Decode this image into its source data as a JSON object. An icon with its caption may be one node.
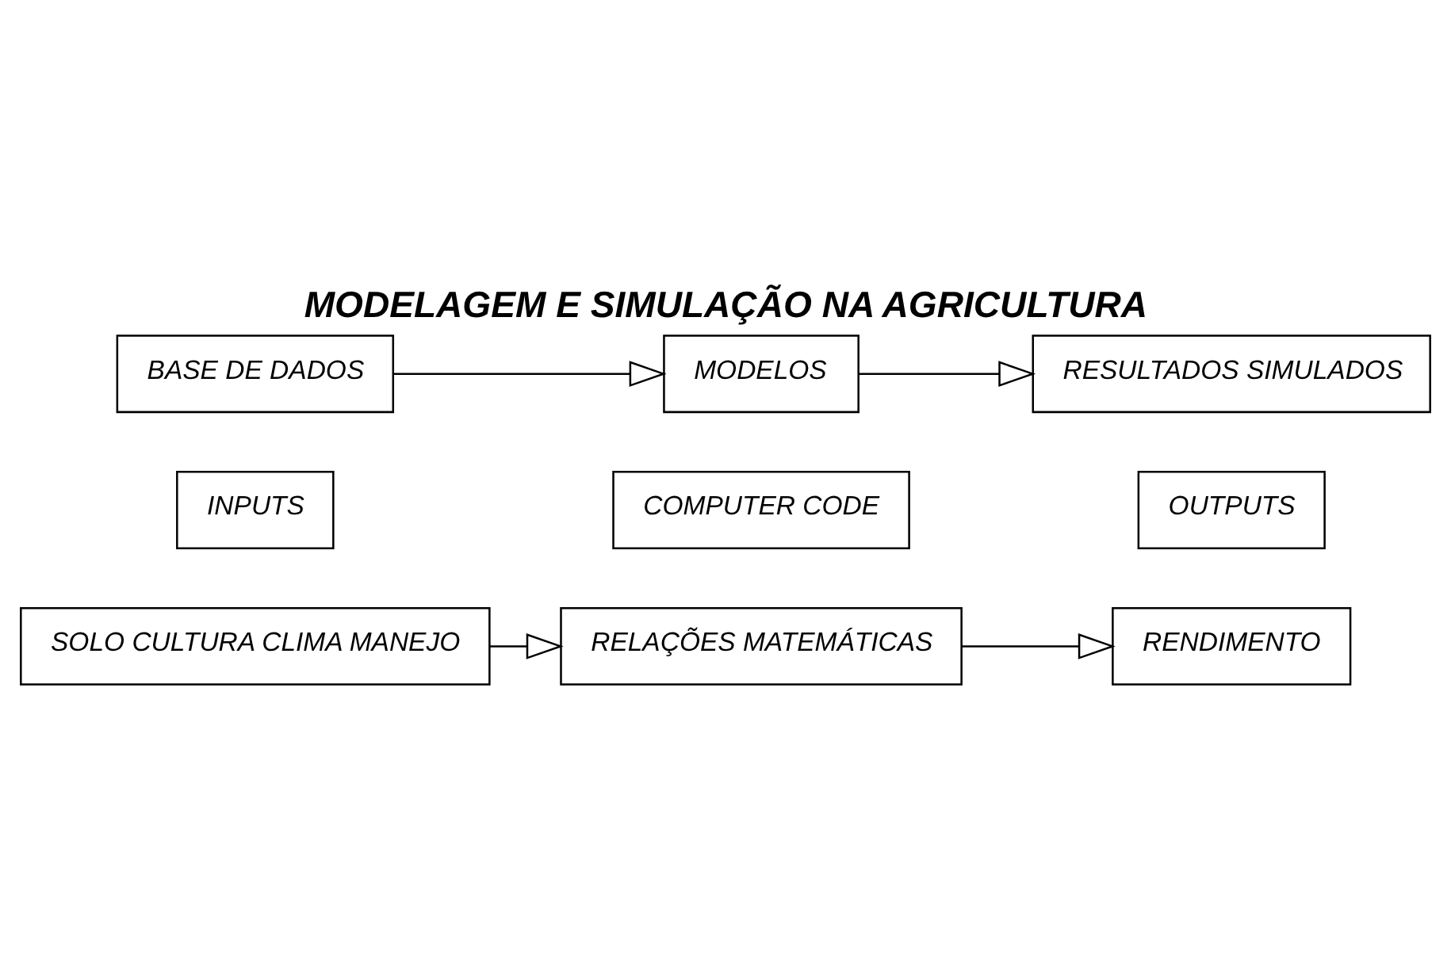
{
  "diagram": {
    "title": "MODELAGEM E SIMULAÇÃO NA AGRICULTURA",
    "nodes": [
      {
        "text": [
          "SOLO CULTURA CLIMA MANEJO"
        ]
      },
      {
        "text": [
          "RELAÇÕES MATEMÁTICAS"
        ]
      },
      {
        "text": [
          "RENDIMENTO"
        ]
      },
      {
        "text": [
          "INPUTS"
        ]
      },
      {
        "text": [
          "COMPUTER CODE"
        ]
      },
      {
        "text": [
          "OUTPUTS"
        ]
      },
      {
        "text": [
          "BASE DE DADOS"
        ]
      },
      {
        "text": [
          "MODELOS"
        ]
      },
      {
        "text": [
          "RESULTADOS SIMULADOS"
        ]
      }
    ],
    "edges": [
      {
        "from": 0,
        "to": 1,
        "arrow": "to"
      },
      {
        "from": 1,
        "to": 2,
        "arrow": "to"
      },
      {
        "from": 6,
        "to": 7,
        "arrow": "to"
      },
      {
        "from": 7,
        "to": 8,
        "arrow": "to"
      }
    ]
  }
}
